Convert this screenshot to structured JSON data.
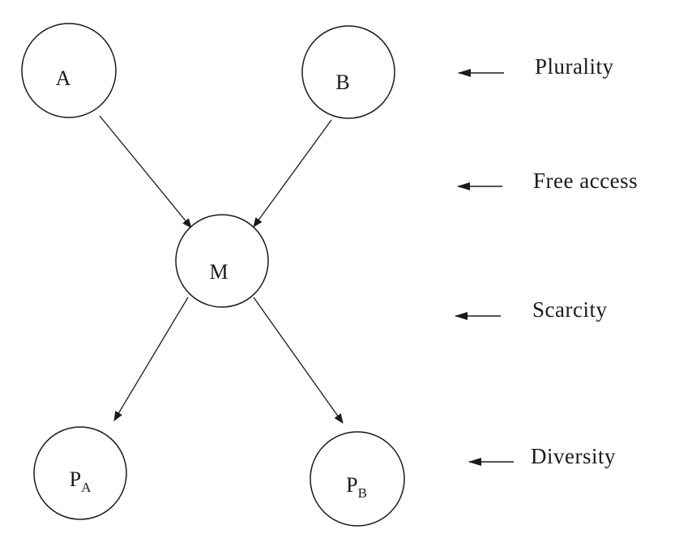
{
  "diagram": {
    "nodes": {
      "a": {
        "label": "A"
      },
      "b": {
        "label": "B"
      },
      "m": {
        "label": "M"
      },
      "pa": {
        "label": "P",
        "subscript": "A"
      },
      "pb": {
        "label": "P",
        "subscript": "B"
      }
    },
    "edges": [
      {
        "from": "A",
        "to": "M"
      },
      {
        "from": "B",
        "to": "M"
      },
      {
        "from": "M",
        "to": "P_A"
      },
      {
        "from": "M",
        "to": "P_B"
      }
    ],
    "levels": [
      {
        "label": "Plurality"
      },
      {
        "label": "Free access"
      },
      {
        "label": "Scarcity"
      },
      {
        "label": "Diversity"
      }
    ],
    "colors": {
      "ink": "#1a1a1a",
      "background": "#ffffff"
    }
  }
}
